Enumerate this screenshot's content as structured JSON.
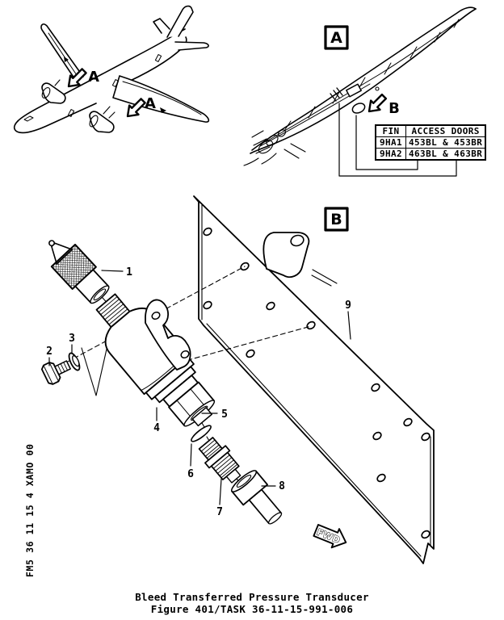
{
  "page": {
    "background": "#ffffff",
    "ink": "#000000",
    "kind": "aircraft maintenance manual figure"
  },
  "side_code": "FM5 36 11 15 4 XAMO 00",
  "caption": {
    "title": "Bleed Transferred Pressure Transducer",
    "figure": "Figure 401/TASK 36-11-15-991-006"
  },
  "overview": {
    "location_arrows": [
      "A",
      "A"
    ]
  },
  "detail_a": {
    "label": "A",
    "pointer_label": "B",
    "table": {
      "headers": [
        "FIN",
        "ACCESS DOORS"
      ],
      "rows": [
        [
          "9HA1",
          "453BL & 453BR"
        ],
        [
          "9HA2",
          "463BL & 463BR"
        ]
      ]
    }
  },
  "detail_b": {
    "label": "B",
    "fwd_label": "FWD",
    "callouts": [
      "1",
      "2",
      "3",
      "4",
      "5",
      "6",
      "7",
      "8",
      "9"
    ]
  }
}
